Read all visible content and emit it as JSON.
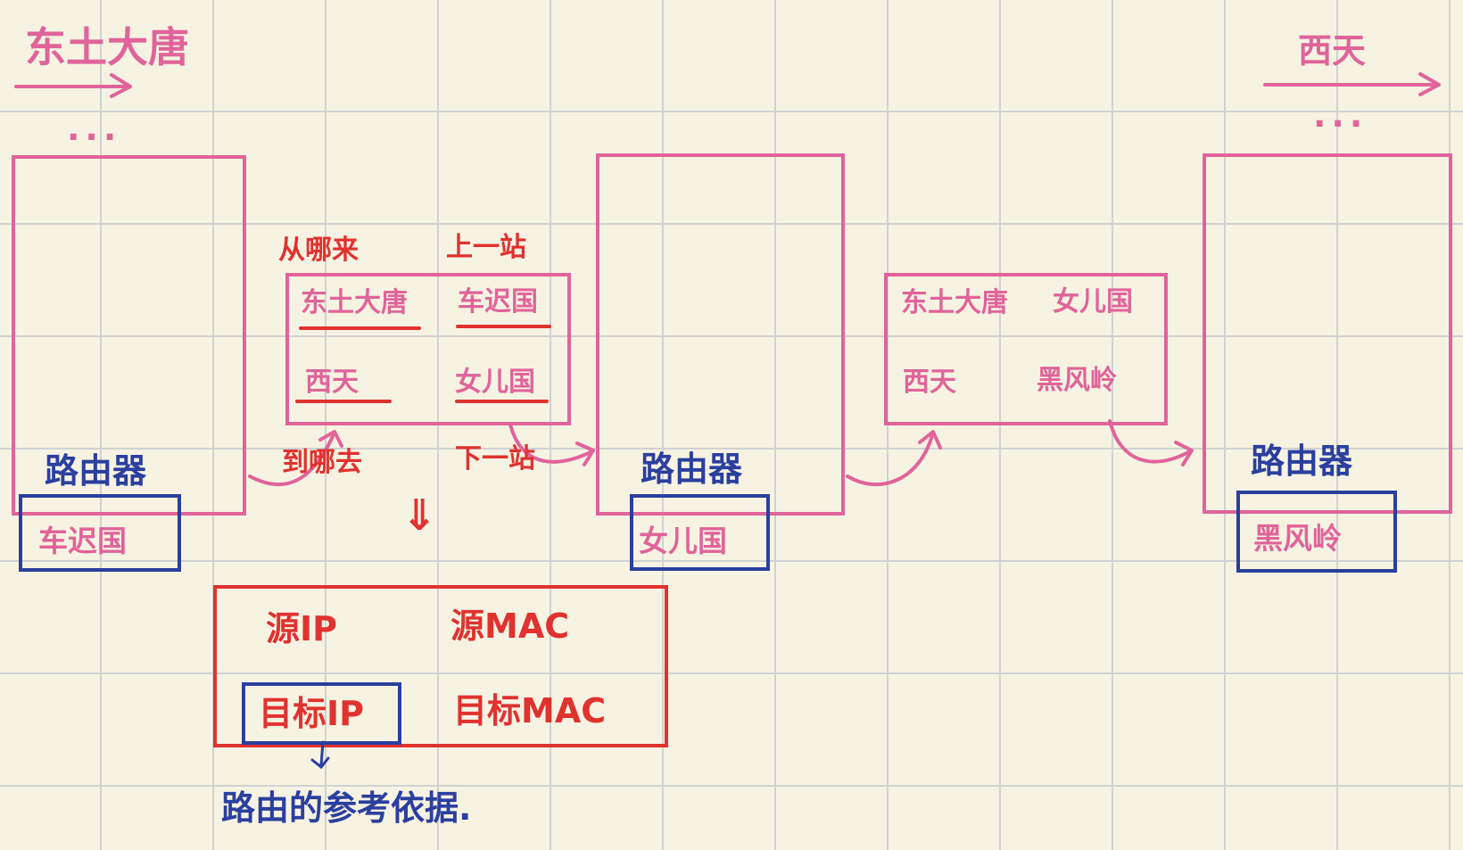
{
  "start": {
    "label": "东土大唐",
    "ellipsis": "..."
  },
  "end": {
    "label": "西天",
    "ellipsis": "..."
  },
  "routers": [
    {
      "title": "路由器",
      "name": "车迟国"
    },
    {
      "title": "路由器",
      "name": "女儿国"
    },
    {
      "title": "路由器",
      "name": "黑风岭"
    }
  ],
  "table1": {
    "header_from": "从哪来",
    "header_prev": "上一站",
    "row1_from": "东土大唐",
    "row1_prev": "车迟国",
    "row2_to": "西天",
    "row2_next": "女儿国",
    "footer_to": "到哪去",
    "footer_next": "下一站"
  },
  "table2": {
    "row1_from": "东土大唐",
    "row1_prev": "女儿国",
    "row2_to": "西天",
    "row2_next": "黑风岭"
  },
  "down_arrow": "⇓",
  "packet": {
    "src_ip": "源IP",
    "src_mac": "源MAC",
    "dst_ip": "目标IP",
    "dst_mac": "目标MAC"
  },
  "note": "路由的参考依据.",
  "colors": {
    "pink": "#e0649a",
    "red": "#e0322f",
    "blue": "#2b3f9e",
    "paper": "#f7f3e3",
    "grid": "#cfd2d2"
  }
}
